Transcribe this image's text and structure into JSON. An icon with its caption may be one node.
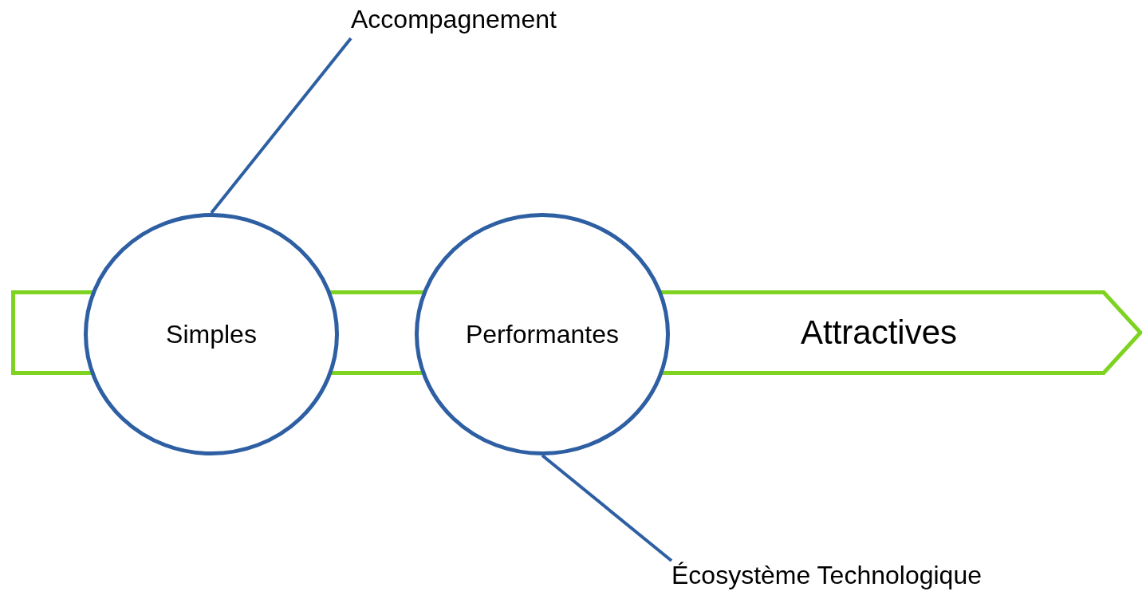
{
  "diagram": {
    "nodes": [
      {
        "text": [
          "Accompagnement"
        ]
      },
      {
        "text": [
          "Attractives"
        ]
      },
      {
        "text": [
          "Simples"
        ]
      },
      {
        "text": [
          "Performantes"
        ]
      },
      {
        "text": [
          "Écosystème Technologique"
        ]
      }
    ],
    "edges": [
      {
        "from": 0,
        "to": 2,
        "arrow": "none"
      },
      {
        "from": 3,
        "to": 4,
        "arrow": "none"
      }
    ]
  }
}
